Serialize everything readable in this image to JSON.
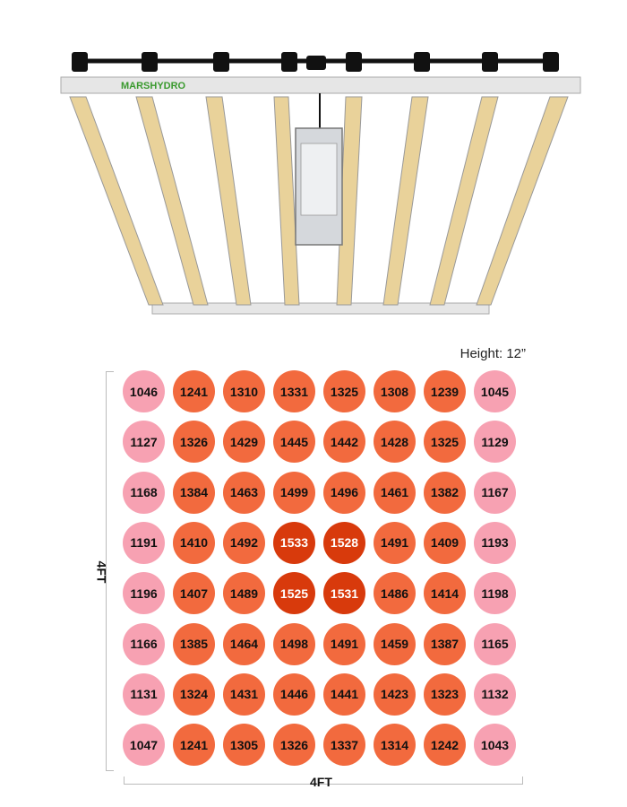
{
  "product": {
    "brand_logo": "MARSHYDRO"
  },
  "chart_meta": {
    "height_label": "Height: 12”",
    "width_label": "4FT",
    "depth_label": "4FT"
  },
  "colors": {
    "low": "#f7a1b2",
    "mid": "#f26a3e",
    "high": "#d83a0c"
  },
  "chart_data": {
    "type": "heatmap",
    "title": "",
    "grid": [
      [
        1046,
        1241,
        1310,
        1331,
        1325,
        1308,
        1239,
        1045
      ],
      [
        1127,
        1326,
        1429,
        1445,
        1442,
        1428,
        1325,
        1129
      ],
      [
        1168,
        1384,
        1463,
        1499,
        1496,
        1461,
        1382,
        1167
      ],
      [
        1191,
        1410,
        1492,
        1533,
        1528,
        1491,
        1409,
        1193
      ],
      [
        1196,
        1407,
        1489,
        1525,
        1531,
        1486,
        1414,
        1198
      ],
      [
        1166,
        1385,
        1464,
        1498,
        1491,
        1459,
        1387,
        1165
      ],
      [
        1131,
        1324,
        1431,
        1446,
        1441,
        1423,
        1323,
        1132
      ],
      [
        1047,
        1241,
        1305,
        1326,
        1337,
        1314,
        1242,
        1043
      ]
    ],
    "xlabel": "4FT",
    "ylabel": "4FT"
  }
}
